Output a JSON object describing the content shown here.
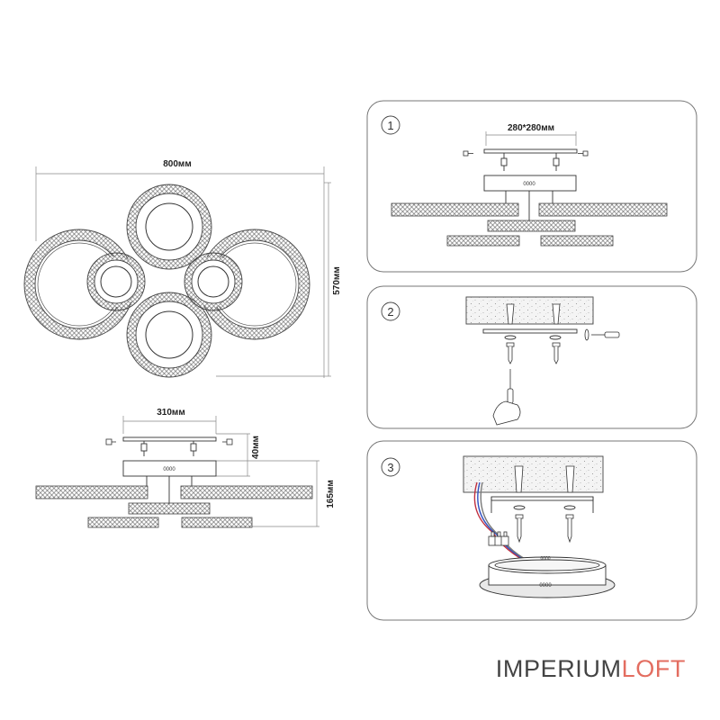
{
  "dimensions": {
    "width_top": "800мм",
    "height_top": "570мм",
    "width_side": "310мм",
    "canopy_height": "40мм",
    "total_height": "165мм",
    "bracket_spacing": "280*280мм"
  },
  "steps": [
    {
      "number": "1"
    },
    {
      "number": "2"
    },
    {
      "number": "3"
    }
  ],
  "brand": {
    "name_part1": "IMPERIUM",
    "name_part2": "LOFT",
    "accent_color": "#e36d60"
  }
}
